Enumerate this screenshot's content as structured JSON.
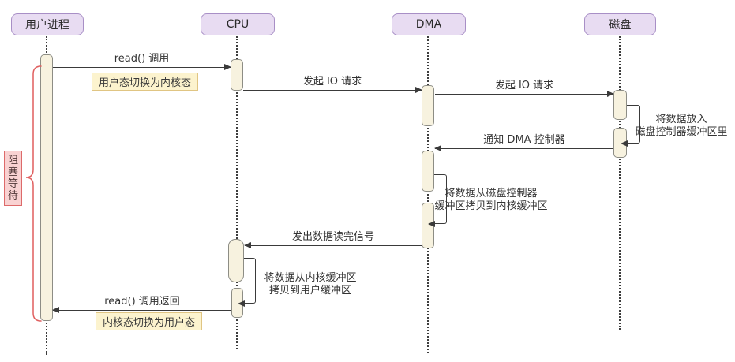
{
  "lifelines": [
    {
      "label": "用户进程"
    },
    {
      "label": "CPU"
    },
    {
      "label": "DMA"
    },
    {
      "label": "磁盘"
    }
  ],
  "messages": {
    "read_call": "read() 调用",
    "io_request_1": "发起 IO 请求",
    "io_request_2": "发起 IO 请求",
    "put_data_disk_buffer": "将数据放入\n磁盘控制器缓冲区里",
    "notify_dma": "通知 DMA 控制器",
    "copy_disk_to_kernel": "将数据从磁盘控制器\n缓冲区拷贝到内核缓冲区",
    "data_read_done": "发出数据读完信号",
    "copy_kernel_to_user": "将数据从内核缓冲区\n拷贝到用户缓冲区",
    "read_return": "read() 调用返回"
  },
  "notes": {
    "switch_to_kernel": "用户态切换为内核态",
    "switch_to_user": "内核态切换为用户态",
    "blocking_wait": "阻塞等待"
  },
  "colors": {
    "lifeline_header_fill": "#e8dcf2",
    "lifeline_header_border": "#a88fc6",
    "activation_fill": "#f7f2df",
    "activation_border": "#8d8d85",
    "note_yellow_fill": "#fcf3ce",
    "note_yellow_border": "#e0c583",
    "note_pink_fill": "#f9d2d2",
    "note_pink_border": "#dd6a6a",
    "arrow": "#3a3a3a",
    "brace": "#e05f5f"
  }
}
